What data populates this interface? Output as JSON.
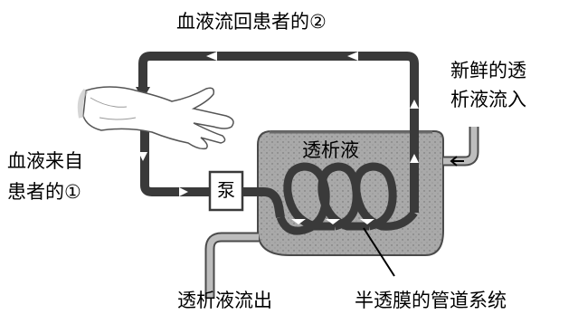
{
  "labels": {
    "return_to_patient": "血液流回患者的②",
    "fresh_dialysate_in_line1": "新鲜的透",
    "fresh_dialysate_in_line2": "析液流入",
    "blood_from_patient_line1": "血液来自",
    "blood_from_patient_line2": "患者的①",
    "pump": "泵",
    "dialysate": "透析液",
    "dialysate_out": "透析液流出",
    "membrane_tubes": "半透膜的管道系统"
  },
  "colors": {
    "tube": "#3a3a3a",
    "tank_fill": "#a7a7a7",
    "tank_stroke": "#4a4a4a",
    "arrow": "#ffffff",
    "text": "#000000"
  },
  "icons": {
    "hand": "hand-icon"
  }
}
